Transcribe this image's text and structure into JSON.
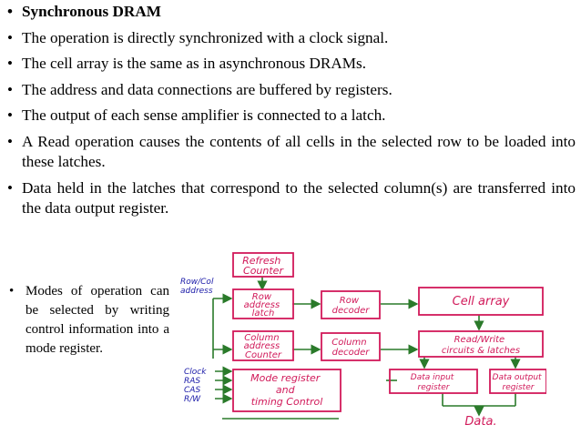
{
  "slide": {
    "bullets": [
      "Synchronous DRAM",
      "The operation is directly synchronized with a clock signal.",
      "The cell array is the same as in asynchronous DRAMs.",
      "The address and data connections are buffered by registers.",
      "The output of each sense amplifier is connected to a latch.",
      "A Read operation causes the contents of all cells in the selected row to be loaded into these latches.",
      "Data held in the latches that correspond to the selected column(s) are transferred into the data output register."
    ],
    "side_note": "Modes of operation can be selected by writing control information into a mode register."
  },
  "diagram": {
    "refresh_counter": [
      "Refresh",
      "Counter"
    ],
    "row_col_address": [
      "Row/Col",
      "address"
    ],
    "row_address_latch": [
      "Row",
      "address",
      "latch"
    ],
    "row_decoder": [
      "Row",
      "decoder"
    ],
    "cell_array": "Cell array",
    "column_address_counter": [
      "Column",
      "address",
      "Counter"
    ],
    "column_decoder": [
      "Column",
      "decoder"
    ],
    "read_write": [
      "Read/Write",
      "circuits & latches"
    ],
    "inputs": [
      "Clock",
      "RAS",
      "CAS",
      "R/W"
    ],
    "mode_register": [
      "Mode register",
      "and",
      "timing Control"
    ],
    "data_input_register": [
      "Data input",
      "register"
    ],
    "data_output_register": [
      "Data output",
      "register"
    ],
    "data": "Data."
  },
  "colors": {
    "box": "#d11a5a",
    "arrow": "#2a7a2a",
    "label": "#1a1aa8"
  }
}
